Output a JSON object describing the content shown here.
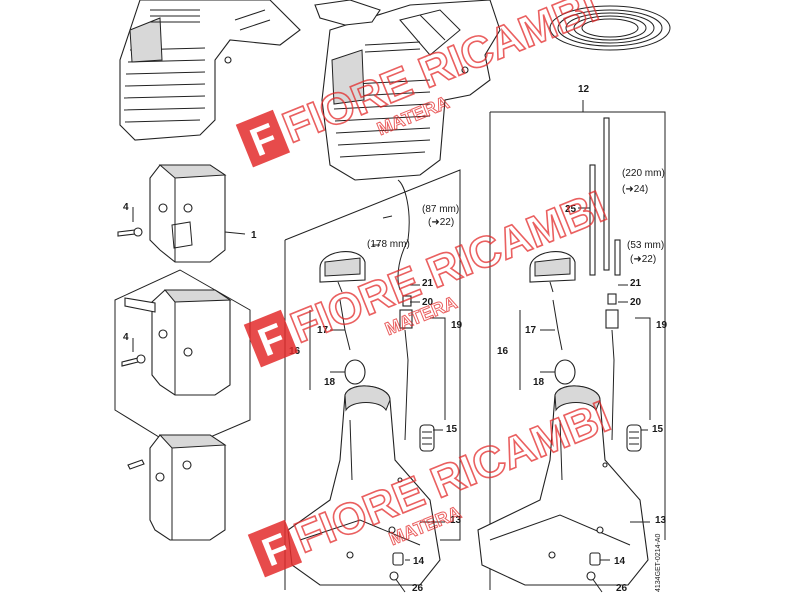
{
  "watermark": {
    "brand": "FIORE RICAMBI",
    "city": "MATERA",
    "logo_letter": "F",
    "color": "#e32b2b"
  },
  "callouts": {
    "p1": "1",
    "p4a": "4",
    "p4b": "4",
    "p12": "12",
    "p13a": "13",
    "p13b": "13",
    "p14a": "14",
    "p14b": "14",
    "p15a": "15",
    "p15b": "15",
    "p16a": "16",
    "p16b": "16",
    "p17a": "17",
    "p17b": "17",
    "p18a": "18",
    "p18b": "18",
    "p19a": "19",
    "p19b": "19",
    "p20a": "20",
    "p20b": "20",
    "p21a": "21",
    "p21b": "21",
    "p25": "25",
    "p26a": "26",
    "p26b": "26"
  },
  "annotations": {
    "hose_87": "(87 mm)",
    "ref_22a": "(➜22)",
    "hose_178": "(178 mm)",
    "rod_220": "(220 mm)",
    "ref_24": "(➜24)",
    "rod_53": "(53 mm)",
    "ref_22b": "(➜22)"
  },
  "drawing_code": "4134GET-0214-A0"
}
